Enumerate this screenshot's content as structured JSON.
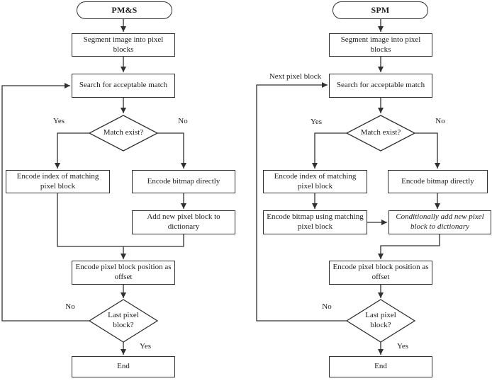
{
  "diagram": {
    "colors": {
      "line": "#303030",
      "background": "#ffffff",
      "text": "#1c1c1c"
    },
    "left": {
      "title": "PM&S",
      "nodes": {
        "segment": "Segment image into pixel blocks",
        "search": "Search for acceptable match",
        "match_exist": "Match exist?",
        "encode_index": "Encode index of matching pixel block",
        "encode_bitmap": "Encode bitmap directly",
        "add_new": "Add new pixel block to dictionary",
        "encode_position": "Encode pixel block position as offset",
        "last_block": "Last pixel block?",
        "end": "End"
      },
      "labels": {
        "yes_match": "Yes",
        "no_match": "No",
        "no_loop": "No",
        "yes_end": "Yes"
      }
    },
    "right": {
      "title": "SPM",
      "nodes": {
        "segment": "Segment image into pixel blocks",
        "search": "Search for acceptable match",
        "match_exist": "Match exist?",
        "encode_index": "Encode index of matching pixel block",
        "encode_bitmap": "Encode bitmap directly",
        "encode_bitmap_matching": "Encode bitmap using matching pixel block",
        "conditional_add": "Conditionally add new pixel block to dictionary",
        "encode_position": "Encode pixel block position as offset",
        "last_block": "Last pixel block?",
        "end": "End"
      },
      "labels": {
        "next_block": "Next pixel block",
        "yes_match": "Yes",
        "no_match": "No",
        "no_loop": "No",
        "yes_end": "Yes"
      }
    }
  }
}
